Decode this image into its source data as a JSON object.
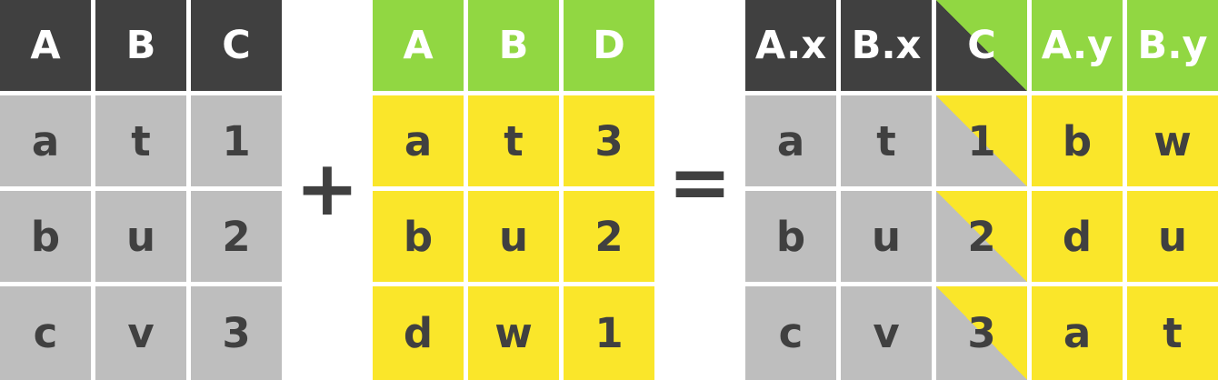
{
  "left_table": {
    "headers": [
      "A",
      "B",
      "C"
    ],
    "rows": [
      [
        "a",
        "t",
        "1"
      ],
      [
        "b",
        "u",
        "2"
      ],
      [
        "c",
        "v",
        "3"
      ]
    ]
  },
  "plus_symbol": "+",
  "right_table": {
    "headers": [
      "A",
      "B",
      "D"
    ],
    "rows": [
      [
        "a",
        "t",
        "3"
      ],
      [
        "b",
        "u",
        "2"
      ],
      [
        "d",
        "w",
        "1"
      ]
    ]
  },
  "equals_symbol": "=",
  "result_table": {
    "headers": [
      "A.x",
      "B.x",
      "C",
      "A.y",
      "B.y"
    ],
    "rows": [
      [
        "a",
        "t",
        "1",
        "b",
        "w"
      ],
      [
        "b",
        "u",
        "2",
        "d",
        "u"
      ],
      [
        "c",
        "v",
        "3",
        "a",
        "t"
      ]
    ]
  },
  "colors": {
    "dark_header": "#404040",
    "green_header": "#91d742",
    "gray_cell": "#bebebe",
    "yellow_cell": "#fae62a",
    "text_dark": "#404040",
    "text_light": "#ffffff"
  }
}
